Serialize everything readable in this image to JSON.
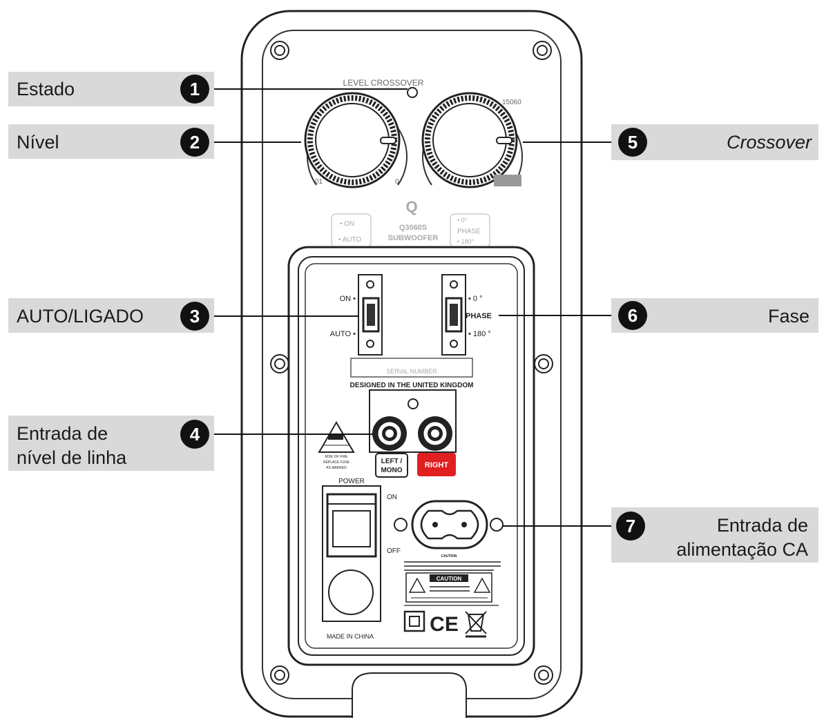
{
  "callouts": {
    "c1": {
      "number": "1",
      "label": "Estado"
    },
    "c2": {
      "number": "2",
      "label": "Nível"
    },
    "c3": {
      "number": "3",
      "label": "AUTO/LIGADO"
    },
    "c4": {
      "number": "4",
      "label_line1": "Entrada de",
      "label_line2": "nível de linha"
    },
    "c5": {
      "number": "5",
      "label": "Crossover"
    },
    "c6": {
      "number": "6",
      "label": "Fase"
    },
    "c7": {
      "number": "7",
      "label_line1": "Entrada de",
      "label_line2": "alimentação CA"
    }
  },
  "panel": {
    "top_label": "LEVEL CROSSOVER",
    "crossover_scale": "15060",
    "level_min": "01",
    "level_max": "0",
    "logo": "Q",
    "model_line1": "Q3060S",
    "model_line2": "SUBWOOFER",
    "upper_on": "• ON",
    "upper_auto": "• AUTO",
    "upper_phase_0": "• 0°",
    "upper_phase": "PHASE",
    "upper_phase_180": "• 180°",
    "switch_on": "ON •",
    "switch_auto": "AUTO •",
    "phase_0": "• 0 °",
    "phase_label": "PHASE",
    "phase_180": "• 180 °",
    "serial": "SERIAL NUMBER",
    "designed": "DESIGNED IN THE UNITED KINGDOM",
    "left_mono_1": "LEFT /",
    "left_mono_2": "MONO",
    "right": "RIGHT",
    "fuse_warn_1": "RISK OF FIRE",
    "fuse_warn_2": "REPLACE FUSE",
    "fuse_warn_3": "AS MARKED",
    "power": "POWER",
    "on": "ON",
    "off": "OFF",
    "caution_small": "CAUTION",
    "caution": "CAUTION",
    "made_in": "MADE IN CHINA",
    "ce": "CE"
  },
  "colors": {
    "callout_bg": "#d9d9d9",
    "right_jack_label": "#e02020",
    "ink": "#111111"
  }
}
